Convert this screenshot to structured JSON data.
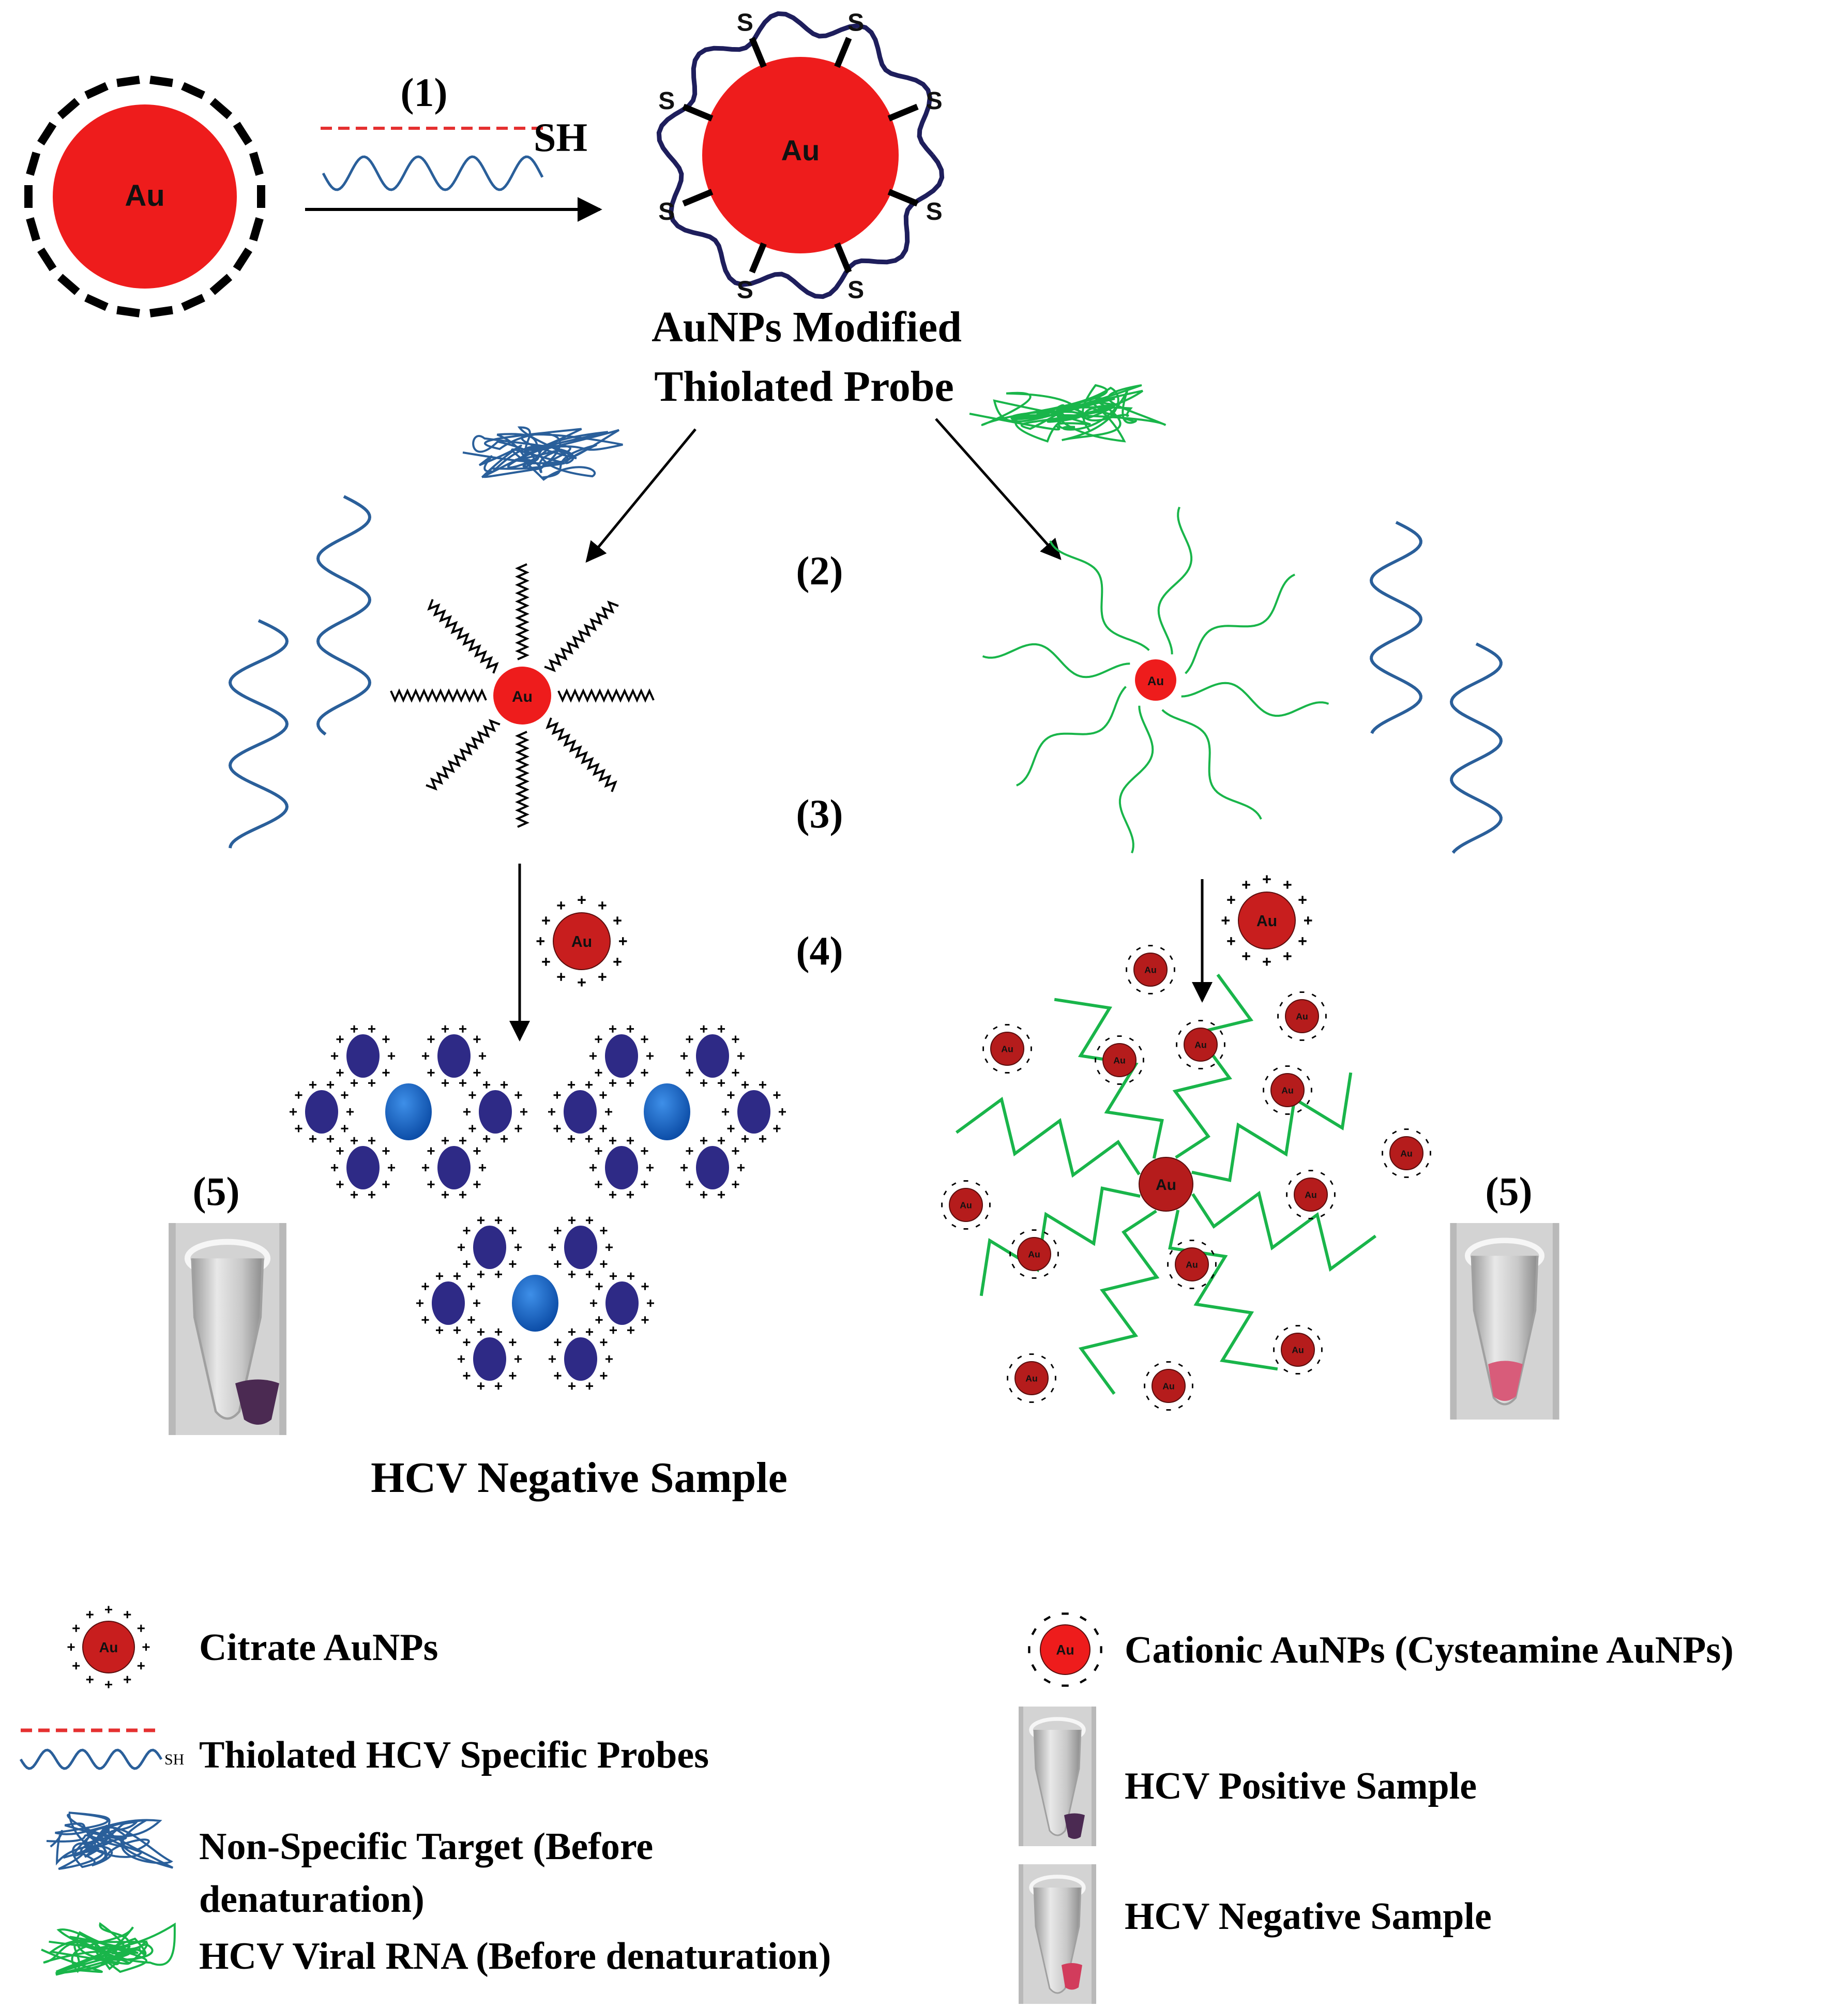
{
  "colors": {
    "gold_red": "#ee1c1c",
    "dark_red": "#b51c1c",
    "probe_blue": "#2a5f9a",
    "rna_green": "#19b54a",
    "aggregated_blue": "#2e2a86",
    "probe_dash_red": "#e53030"
  },
  "icons": [
    "gold-nanoparticle",
    "thiolated-probe",
    "tangled-rna",
    "microtube-photo",
    "arrow"
  ],
  "particle_label": "Au",
  "thiol_label": "S",
  "step1": {
    "label": "(1)",
    "sh_label": "SH"
  },
  "modified_title_line1": "AuNPs Modified",
  "modified_title_line2": "Thiolated Probe",
  "step2": "(2)",
  "step3": "(3)",
  "step4": "(4)",
  "step5_left": "(5)",
  "step5_right": "(5)",
  "negative_title": "HCV Negative Sample",
  "legend": {
    "citrate": "Citrate AuNPs",
    "thiolated_probes": "Thiolated HCV Specific Probes",
    "sh_small": "SH",
    "non_specific_line1": "Non-Specific Target (Before",
    "non_specific_line2": "denaturation)",
    "viral_rna": "HCV Viral RNA  (Before denaturation)",
    "cationic": "Cationic AuNPs (Cysteamine AuNPs)",
    "positive": "HCV Positive Sample",
    "negative": "HCV Negative Sample"
  }
}
